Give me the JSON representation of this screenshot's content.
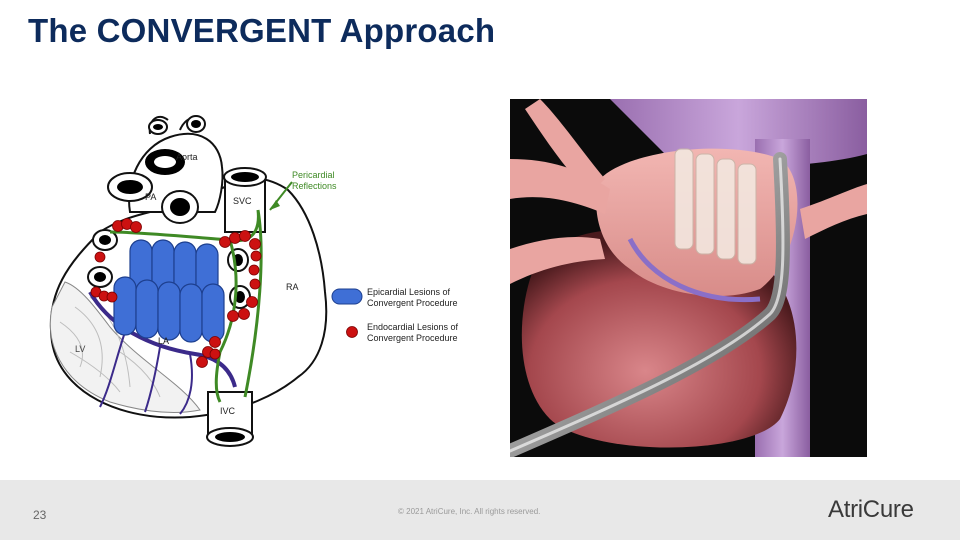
{
  "slide": {
    "title": "The CONVERGENT Approach"
  },
  "diagram": {
    "labels": {
      "aorta": "Aorta",
      "pa": "PA",
      "svc": "SVC",
      "pericardial_line1": "Pericardial",
      "pericardial_line2": "Reflections",
      "ra": "RA",
      "lv": "LV",
      "la": "LA",
      "ivc": "IVC"
    },
    "legend": {
      "epicardial_line1": "Epicardial Lesions of",
      "epicardial_line2": "Convergent Procedure",
      "endocardial_line1": "Endocardial Lesions of",
      "endocardial_line2": "Convergent Procedure"
    },
    "colors": {
      "epicardial": "#3f6fd6",
      "endocardial": "#cc1111",
      "reflections": "#3f8a25",
      "vessel": "#3b2a8a"
    }
  },
  "footer": {
    "slide_number": "23",
    "copyright": "© 2021 AtriCure, Inc. All rights reserved.",
    "logo_text": "AtriCure"
  }
}
